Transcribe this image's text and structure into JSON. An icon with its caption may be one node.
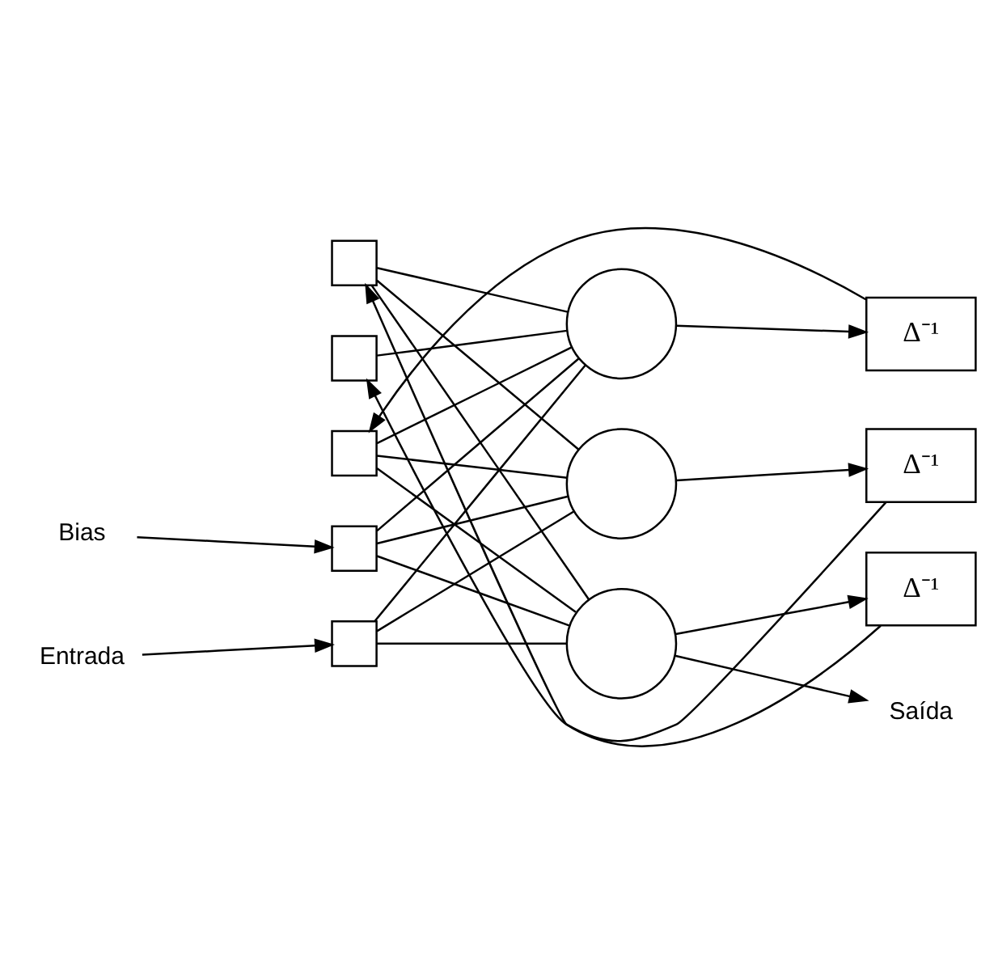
{
  "diagram": {
    "nodes": [
      {
        "text": [
          "Δ⁻¹"
        ]
      },
      {
        "text": [
          "Δ⁻¹"
        ]
      },
      {
        "text": [
          "Δ⁻¹"
        ]
      },
      {
        "text": [],
        "shape": "box"
      },
      {
        "text": [],
        "shape": "box"
      },
      {
        "text": [],
        "shape": "box"
      },
      {
        "text": [],
        "shape": "box"
      },
      {
        "text": [],
        "shape": "box"
      },
      {
        "text": [],
        "shape": "circle"
      },
      {
        "text": [],
        "shape": "circle"
      },
      {
        "text": [],
        "shape": "circle"
      },
      {
        "text": [
          "Bias"
        ]
      },
      {
        "text": [
          "Entrada"
        ]
      },
      {
        "text": [
          "Saída"
        ]
      }
    ],
    "edges": [
      {
        "from": 8,
        "to": 0,
        "arrow": "to"
      },
      {
        "from": 9,
        "to": 1,
        "arrow": "to"
      },
      {
        "from": 10,
        "to": 2,
        "arrow": "to"
      },
      {
        "from": 0,
        "to": 5,
        "arrow": "to"
      },
      {
        "from": 1,
        "to": 4,
        "arrow": "to"
      },
      {
        "from": 2,
        "to": 3,
        "arrow": "to"
      },
      {
        "from": 11,
        "to": 6,
        "arrow": "to"
      },
      {
        "from": 12,
        "to": 7,
        "arrow": "to"
      },
      {
        "from": 3,
        "to": 8,
        "arrow": "none"
      },
      {
        "from": 3,
        "to": 9,
        "arrow": "none"
      },
      {
        "from": 3,
        "to": 10,
        "arrow": "none"
      },
      {
        "from": 4,
        "to": 8,
        "arrow": "none"
      },
      {
        "from": 5,
        "to": 8,
        "arrow": "none"
      },
      {
        "from": 5,
        "to": 9,
        "arrow": "none"
      },
      {
        "from": 5,
        "to": 10,
        "arrow": "none"
      },
      {
        "from": 6,
        "to": 8,
        "arrow": "none"
      },
      {
        "from": 6,
        "to": 9,
        "arrow": "none"
      },
      {
        "from": 6,
        "to": 10,
        "arrow": "none"
      },
      {
        "from": 7,
        "to": 8,
        "arrow": "none"
      },
      {
        "from": 7,
        "to": 9,
        "arrow": "none"
      },
      {
        "from": 7,
        "to": 10,
        "arrow": "none"
      },
      {
        "from": 10,
        "to": 13,
        "arrow": "to"
      }
    ]
  }
}
